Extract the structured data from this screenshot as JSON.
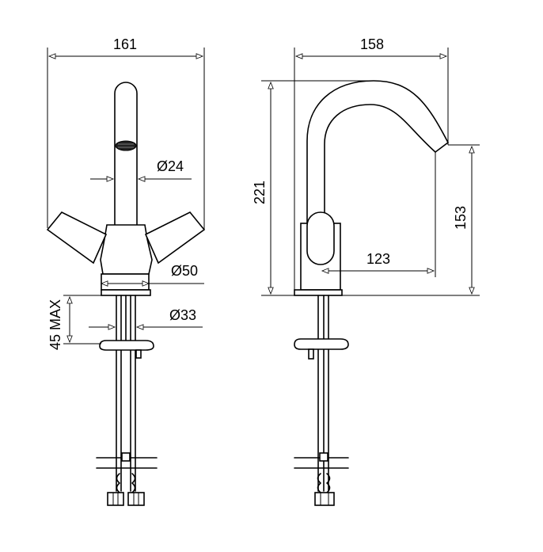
{
  "dimensions": {
    "front_width": "161",
    "spout_dia": "Ø24",
    "base_dia": "Ø50",
    "shank_dia": "Ø33",
    "deck_max": "45 MAX",
    "side_width": "158",
    "total_height": "221",
    "spout_height": "153",
    "spout_reach": "123"
  }
}
